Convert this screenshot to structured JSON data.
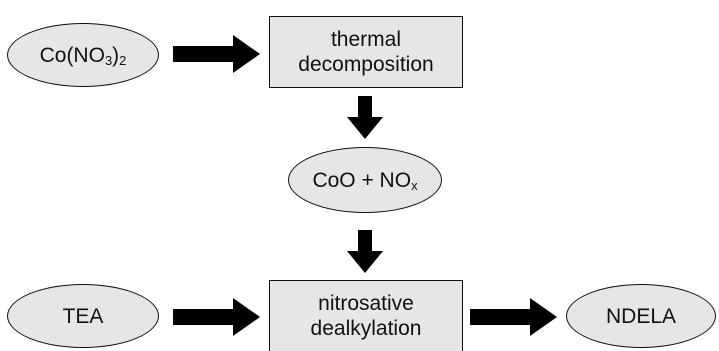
{
  "nodes": {
    "co_nitrate": {
      "main": "Co(NO",
      "sub1": "3",
      "mid": ")",
      "sub2": "2"
    },
    "thermal": {
      "line1": "thermal",
      "line2": "decomposition"
    },
    "coo_nox": {
      "main": "CoO + NO",
      "sub": "x"
    },
    "tea": {
      "label": "TEA"
    },
    "nitrosative": {
      "line1": "nitrosative",
      "line2": "dealkylation"
    },
    "ndela": {
      "label": "NDELA"
    }
  },
  "colors": {
    "node_fill": "#e6e6e6",
    "stroke": "#111111",
    "arrow": "#000000"
  }
}
